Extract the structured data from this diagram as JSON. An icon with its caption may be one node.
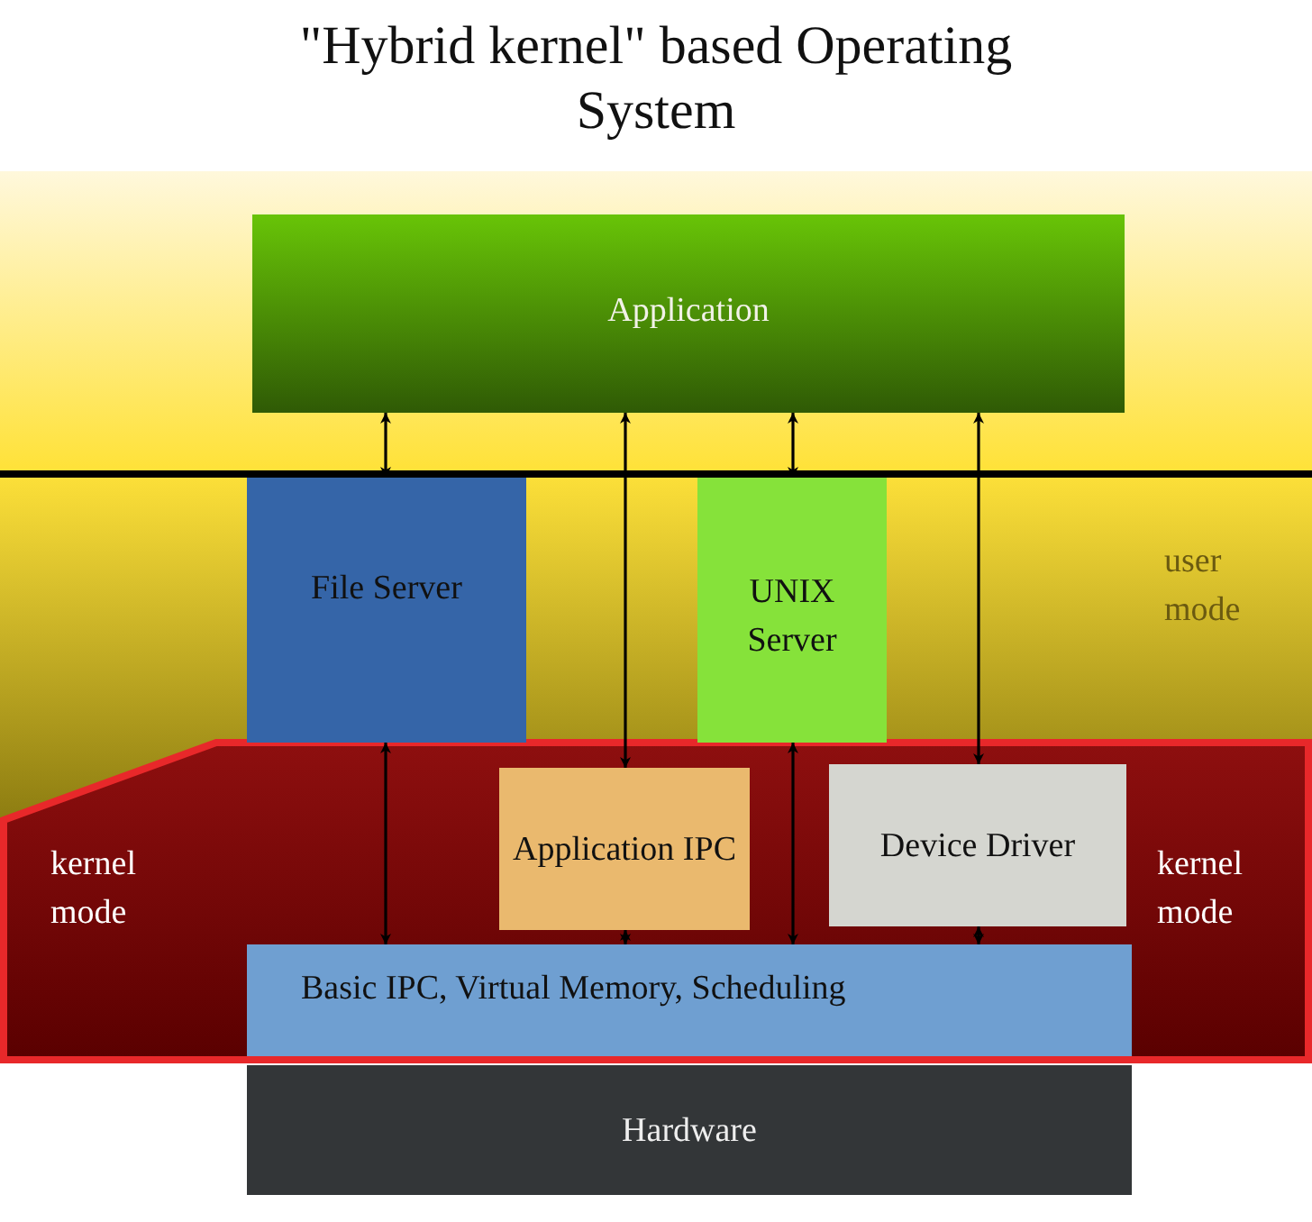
{
  "diagram": {
    "title": "\"Hybrid kernel\" based Operating System",
    "nodes": [
      {
        "text": [
          "Application"
        ]
      },
      {
        "text": [
          "File Server"
        ]
      },
      {
        "text": [
          "UNIX Server"
        ]
      },
      {
        "text": [
          "Application IPC"
        ]
      },
      {
        "text": [
          "Device Driver"
        ]
      },
      {
        "text": [
          "Basic IPC, Virtual Memory, Scheduling"
        ]
      },
      {
        "text": [
          "Hardware"
        ]
      }
    ],
    "edges": [
      {
        "from": 0,
        "to": 1,
        "arrow": "both"
      },
      {
        "from": 0,
        "to": 3,
        "arrow": "both"
      },
      {
        "from": 0,
        "to": 2,
        "arrow": "both"
      },
      {
        "from": 0,
        "to": 4,
        "arrow": "both"
      },
      {
        "from": 1,
        "to": 5,
        "arrow": "both"
      },
      {
        "from": 3,
        "to": 5,
        "arrow": "both"
      },
      {
        "from": 2,
        "to": 5,
        "arrow": "both"
      },
      {
        "from": 4,
        "to": 5,
        "arrow": "both"
      }
    ],
    "labels": [
      "user mode",
      "kernel mode",
      "kernel mode"
    ]
  }
}
